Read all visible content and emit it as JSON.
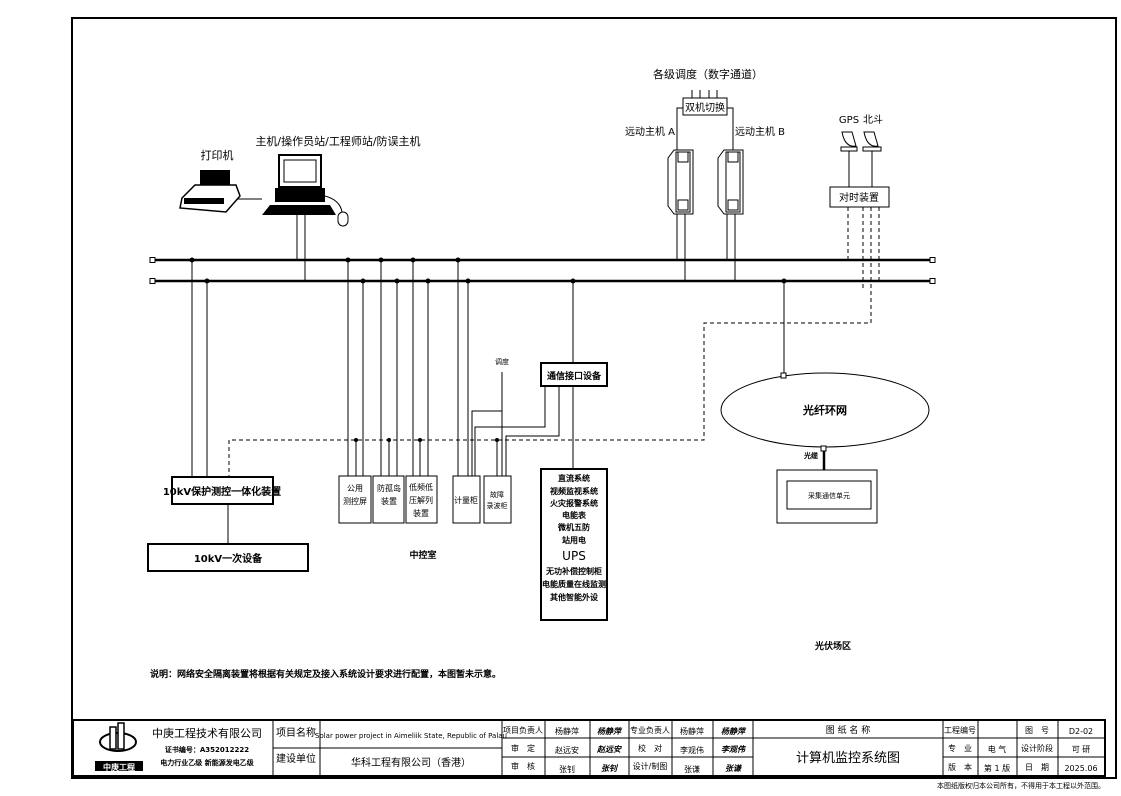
{
  "diagram": {
    "printer_label": "打印机",
    "host_label": "主机/操作员站/工程师站/防误主机",
    "dispatch_top_label": "各级调度（数字通道）",
    "dual_switch": "双机切换",
    "rtu_a": "远动主机 A",
    "rtu_b": "远动主机 B",
    "gps_label": "GPS",
    "beidou_label": "北斗",
    "time_sync": "对时装置",
    "dispatch_label": "调度",
    "comm_interface": "通信接口设备",
    "fiber_ring": "光纤环网",
    "optical_cable": "光缆",
    "collect_unit": "采集通信单元",
    "pv_area": "光伏场区",
    "protection_10kv": "10kV保护测控一体化装置",
    "primary_10kv": "10kV一次设备",
    "central_control": "中控室",
    "cabinets": [
      {
        "lines": [
          "公用",
          "测控屏"
        ]
      },
      {
        "lines": [
          "防孤岛",
          "装置"
        ]
      },
      {
        "lines": [
          "低频低",
          "压解列",
          "装置"
        ]
      },
      {
        "lines": [
          "计量柜"
        ]
      },
      {
        "lines": [
          "故障",
          "录波柜"
        ]
      }
    ],
    "systems": [
      "直流系统",
      "视频监视系统",
      "火灾报警系统",
      "电能表",
      "微机五防",
      "站用电",
      "UPS",
      "无功补偿控制柜",
      "电能质量在线监测",
      "其他智能外设"
    ],
    "note": "说明：网络安全隔离装置将根据有关规定及接入系统设计要求进行配置，本图暂未示意。"
  },
  "title_block": {
    "company": "中庚工程技术有限公司",
    "certificate": "证书编号：A352012222",
    "qualification": "电力行业乙级  新能源发电乙级",
    "logo_text": "中庚工程",
    "project_name_label": "项目名称",
    "project_name": "Solar power project in Aimeliik State, Republic of Palau",
    "client_label": "建设单位",
    "client": "华科工程有限公司（香港）",
    "roles_left": [
      {
        "role": "项目负责人",
        "name": "杨静萍",
        "signature": "杨静萍"
      },
      {
        "role": "审　定",
        "name": "赵远安",
        "signature": "赵远安"
      },
      {
        "role": "审　核",
        "name": "张钊",
        "signature": "张钊"
      }
    ],
    "roles_right": [
      {
        "role": "专业负责人",
        "name": "杨静萍",
        "signature": "杨静萍"
      },
      {
        "role": "校　对",
        "name": "李观伟",
        "signature": "李观伟"
      },
      {
        "role": "设计/制图",
        "name": "张谦",
        "signature": "张谦"
      }
    ],
    "drawing_name_label": "图 纸 名 称",
    "drawing_name": "计算机监控系统图",
    "project_no_label": "工程编号",
    "project_no": "",
    "drawing_no_label": "图　号",
    "drawing_no": "D2-02",
    "discipline_label": "专　业",
    "discipline": "电 气",
    "stage_label": "设计阶段",
    "stage": "可 研",
    "version_label": "版　本",
    "version": "第 1 版",
    "date_label": "日　期",
    "date": "2025.06",
    "copyright": "本图纸版权归本公司所有，不得用于本工程以外范围。"
  }
}
